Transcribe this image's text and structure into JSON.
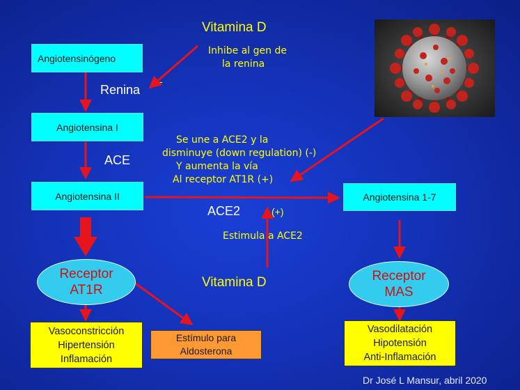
{
  "nodes": {
    "angiotensinogeno": "Angiotensinógeno",
    "angiotensina_i": "Angiotensina I",
    "angiotensina_ii": "Angiotensina II",
    "angiotensina_1_7": "Angiotensina 1-7"
  },
  "receptors": {
    "at1r": [
      "Receptor",
      "AT1R"
    ],
    "mas": [
      "Receptor",
      "MAS"
    ]
  },
  "effects": {
    "at1r": [
      "Vasoconstricción",
      "Hipertensión",
      "Inflamación"
    ],
    "aldosterone": [
      "Estímulo para",
      "Aldosterona"
    ],
    "mas": [
      "Vasodilatación",
      "Hipotensión",
      "Anti-Inflamación"
    ]
  },
  "labels": {
    "vitamina_d_top": "Vitamina D",
    "vitamina_d_bottom": "Vitamina D",
    "renina": "Renina",
    "minus_sign": "-",
    "ace": "ACE",
    "ace2": "ACE2",
    "plus": "(+)"
  },
  "notes": {
    "inhibe": [
      "Inhibe al gen de",
      "la renina"
    ],
    "se_une": [
      "Se une a ACE2 y la",
      "disminuye (down regulation) (-)",
      "Y aumenta la vía",
      "Al receptor AT1R (+)"
    ],
    "estimula": "Estimula a ACE2"
  },
  "credit": "Dr José L Mansur, abril 2020",
  "colors": {
    "background": "#1432b8",
    "arrow": "#e8141c",
    "node_fill": "#00ffff",
    "receptor_fill": "#33ccee",
    "receptor_text": "#d01010",
    "effect_fill": "#ffff00",
    "aldosterone_fill": "#ff9933",
    "note_text": "#ffff00"
  },
  "image": "coronavirus-image"
}
